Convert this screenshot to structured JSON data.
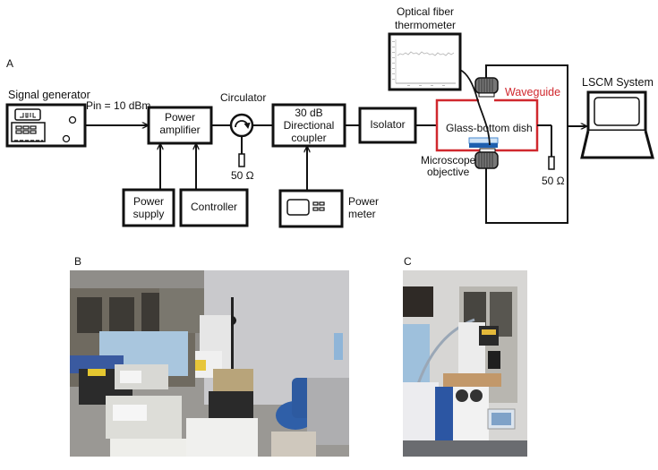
{
  "panels": {
    "a": {
      "letter": "A"
    },
    "b": {
      "letter": "B",
      "description": "Photograph of lab setup: signal generator, oscilloscope, power amplifier on a cart, blue office chair, confocal microscope in background"
    },
    "c": {
      "letter": "C",
      "description": "Photograph of inverted confocal microscope with waveguide and touchscreen controller"
    }
  },
  "diagram": {
    "signal_generator": "Signal generator",
    "pin_label": "Pin = 10 dBm",
    "power_amplifier": [
      "Power",
      "amplifier"
    ],
    "circulator": "Circulator",
    "load_circulator": "50 Ω",
    "coupler": [
      "30 dB",
      "Directional",
      "coupler"
    ],
    "isolator": "Isolator",
    "power_supply": [
      "Power",
      "supply"
    ],
    "controller": "Controller",
    "power_meter": [
      "Power",
      "meter"
    ],
    "thermometer": [
      "Optical fiber",
      "thermometer"
    ],
    "waveguide": "Waveguide",
    "dish": "Glass-bottom dish",
    "objective": [
      "Microscope",
      "objective"
    ],
    "load_waveguide": "50 Ω",
    "lscm": "LSCM System"
  },
  "colors": {
    "line": "#111111",
    "waveguide_red": "#d0282e",
    "dish_blue": "#1e5fae",
    "dish_light": "#9cc6ec",
    "objective_gray": "#666666"
  }
}
